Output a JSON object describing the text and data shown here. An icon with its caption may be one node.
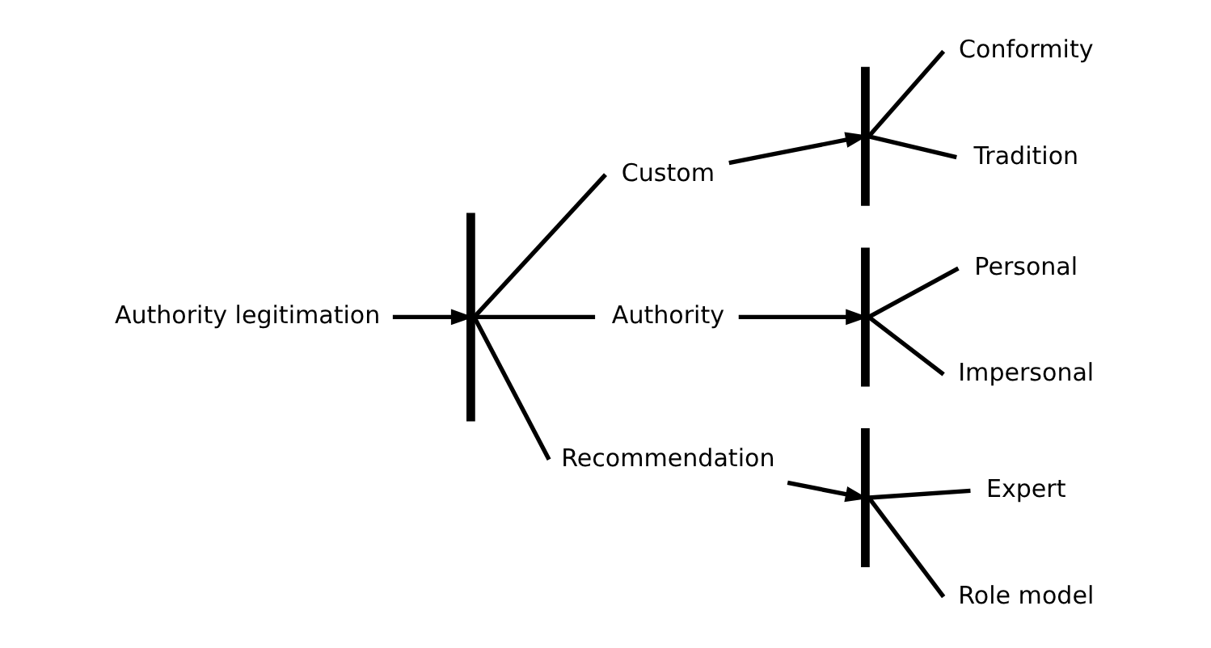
{
  "diagram": {
    "nodes": [
      {
        "text": [
          "Authority legitimation"
        ]
      },
      {
        "text": [],
        "shape": "bracket"
      },
      {
        "text": [
          "Custom"
        ]
      },
      {
        "text": [
          "Authority"
        ]
      },
      {
        "text": [
          "Recommendation"
        ]
      },
      {
        "text": [],
        "shape": "bracket"
      },
      {
        "text": [
          "Conformity"
        ]
      },
      {
        "text": [
          "Tradition"
        ]
      },
      {
        "text": [],
        "shape": "bracket"
      },
      {
        "text": [
          "Personal"
        ]
      },
      {
        "text": [
          "Impersonal"
        ]
      },
      {
        "text": [],
        "shape": "bracket"
      },
      {
        "text": [
          "Expert"
        ]
      },
      {
        "text": [
          "Role model"
        ]
      }
    ],
    "edges": [
      {
        "from": 0,
        "to": 1,
        "arrow": "to"
      },
      {
        "from": 1,
        "to": 2,
        "arrow": "none"
      },
      {
        "from": 1,
        "to": 3,
        "arrow": "none"
      },
      {
        "from": 1,
        "to": 4,
        "arrow": "none"
      },
      {
        "from": 2,
        "to": 5,
        "arrow": "to"
      },
      {
        "from": 5,
        "to": 6,
        "arrow": "none"
      },
      {
        "from": 5,
        "to": 7,
        "arrow": "none"
      },
      {
        "from": 3,
        "to": 8,
        "arrow": "to"
      },
      {
        "from": 8,
        "to": 9,
        "arrow": "none"
      },
      {
        "from": 8,
        "to": 10,
        "arrow": "none"
      },
      {
        "from": 4,
        "to": 11,
        "arrow": "to"
      },
      {
        "from": 11,
        "to": 12,
        "arrow": "none"
      },
      {
        "from": 11,
        "to": 13,
        "arrow": "none"
      }
    ]
  }
}
